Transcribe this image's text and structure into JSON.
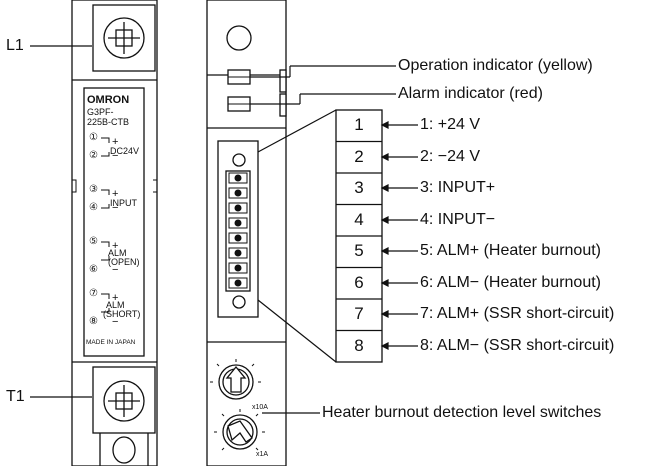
{
  "terminal_labels": {
    "l1": "L1",
    "t1": "T1"
  },
  "panel": {
    "brand": "OMRON",
    "model_line1": "G3PF-",
    "model_line2": "225B-CTB",
    "dc24v": "DC24V",
    "input": "INPUT",
    "alm_open_1": "ALM",
    "alm_open_2": "(OPEN)",
    "alm_short_1": "ALM",
    "alm_short_2": "(SHORT)",
    "made_in": "MADE IN JAPAN",
    "markers": [
      "①",
      "②",
      "③",
      "④",
      "⑤",
      "⑥",
      "⑦",
      "⑧"
    ],
    "signs": [
      "+",
      "−",
      "+",
      "−",
      "+",
      "−",
      "+",
      "−"
    ]
  },
  "indicators": {
    "operation": "Operation indicator (yellow)",
    "alarm": "Alarm indicator (red)"
  },
  "pins": [
    {
      "num": "1",
      "label": "1: +24 V"
    },
    {
      "num": "2",
      "label": "2: −24 V"
    },
    {
      "num": "3",
      "label": "3: INPUT+"
    },
    {
      "num": "4",
      "label": "4: INPUT−"
    },
    {
      "num": "5",
      "label": "5: ALM+ (Heater burnout)"
    },
    {
      "num": "6",
      "label": "6: ALM− (Heater burnout)"
    },
    {
      "num": "7",
      "label": "7: ALM+ (SSR short-circuit)"
    },
    {
      "num": "8",
      "label": "8: ALM− (SSR short-circuit)"
    }
  ],
  "switches": {
    "label": "Heater burnout detection level switches",
    "x10a": "x10A",
    "x1a": "x1A"
  }
}
